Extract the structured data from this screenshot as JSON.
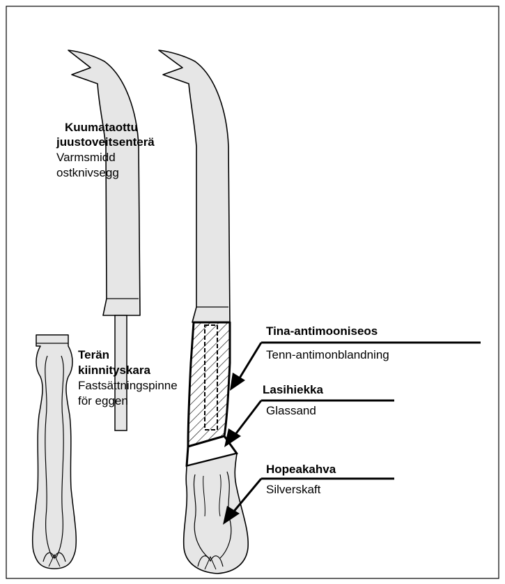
{
  "labels": {
    "blade_fi_1": "Kuumataottu",
    "blade_fi_2": "juustoveitsenterä",
    "blade_sv_1": "Varmsmidd",
    "blade_sv_2": "ostknivsegg",
    "tang_fi_1": "Terän",
    "tang_fi_2": "kiinnityskara",
    "tang_sv_1": "Fastsättningspinne",
    "tang_sv_2": "för eggen",
    "alloy_fi": "Tina-antimooniseos",
    "alloy_sv": "Tenn-antimonblandning",
    "sand_fi": "Lasihiekka",
    "sand_sv": "Glassand",
    "handle_fi": "Hopeakahva",
    "handle_sv": "Silverskaft"
  },
  "colors": {
    "fill": "#e6e6e6",
    "stroke": "#000000"
  }
}
